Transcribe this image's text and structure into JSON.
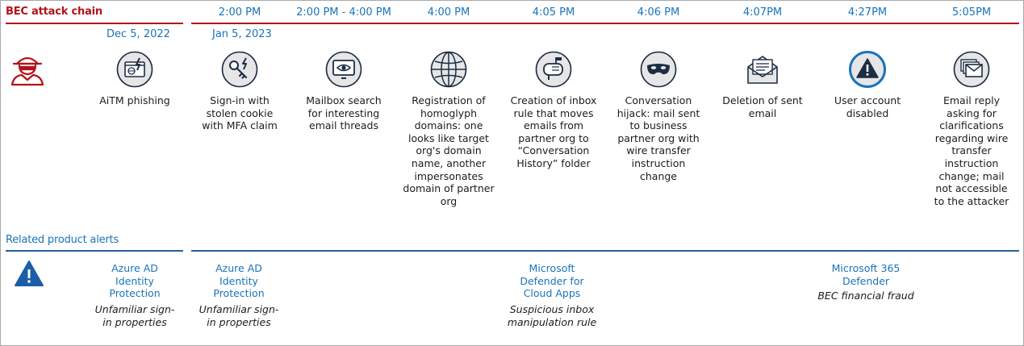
{
  "attack_chain": {
    "title": "BEC attack chain",
    "dates": [
      "Dec 5, 2022",
      "Jan 5, 2023"
    ],
    "steps": [
      {
        "time": "",
        "icon": "aitm-phishing-icon",
        "label": "AiTM phishing"
      },
      {
        "time": "2:00 PM",
        "icon": "stolen-cookie-key-icon",
        "label": "Sign-in with stolen cookie with MFA claim"
      },
      {
        "time": "2:00 PM - 4:00 PM",
        "icon": "mailbox-search-icon",
        "label": "Mailbox search for interesting email threads"
      },
      {
        "time": "4:00 PM",
        "icon": "globe-icon",
        "label": "Registration of homoglyph domains: one looks like target org's domain name, another impersonates domain of partner org"
      },
      {
        "time": "4:05 PM",
        "icon": "mailbox-rule-icon",
        "label": "Creation of inbox rule that moves emails from partner org to “Conversation History” folder"
      },
      {
        "time": "4:06 PM",
        "icon": "mask-icon",
        "label": "Conversation hijack: mail sent to business partner org with wire transfer instruction change"
      },
      {
        "time": "4:07PM",
        "icon": "open-envelope-icon",
        "label": "Deletion of sent email"
      },
      {
        "time": "4:27PM",
        "icon": "warning-circle-icon",
        "label": "User account disabled"
      },
      {
        "time": "5:05PM",
        "icon": "email-stack-icon",
        "label": "Email reply asking for clarifications regarding wire transfer instruction change; mail not accessible to the attacker"
      }
    ]
  },
  "related_alerts": {
    "title": "Related product alerts",
    "alerts": [
      {
        "product": "Azure AD Identity Protection",
        "alert": "Unfamiliar sign-in properties"
      },
      {
        "product": "Azure AD Identity Protection",
        "alert": "Unfamiliar sign-in properties"
      },
      {
        "product": "Microsoft Defender for Cloud Apps",
        "alert": "Suspicious inbox manipulation rule"
      },
      {
        "product": "Microsoft 365 Defender",
        "alert": "BEC financial fraud"
      }
    ]
  },
  "colors": {
    "attack_red": "#b3121b",
    "accent_blue": "#1a73b9",
    "line_blue": "#2a5f9e",
    "icon_navy": "#1d2d44"
  },
  "icons": {
    "attacker": "hacker-icon",
    "alerts": "warning-triangle-icon"
  }
}
